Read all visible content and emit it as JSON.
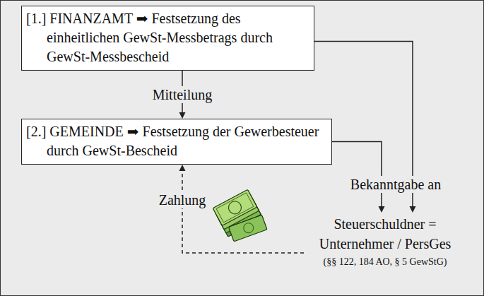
{
  "diagram": {
    "nodes": [
      {
        "text": [
          "[1.] FINANZAMT ➡ Festsetzung des einheitlichen GewSt-Messbetrags durch GewSt-Messbescheid"
        ]
      },
      {
        "text": [
          "[2.] GEMEINDE ➡ Festsetzung der Gewerbesteuer durch GewSt-Bescheid"
        ]
      },
      {
        "text": [
          "Steuerschuldner = Unternehmer / PersGes",
          "(§§ 122, 184 AO, § 5 GewStG)"
        ]
      }
    ],
    "edges": [
      {
        "from": 0,
        "to": 1,
        "arrow": "to",
        "label": "Mitteilung"
      },
      {
        "from": 0,
        "to": 2,
        "arrow": "to",
        "label": "Bekanntgabe an"
      },
      {
        "from": 1,
        "to": 2,
        "arrow": "to"
      },
      {
        "from": 2,
        "to": 1,
        "arrow": "to",
        "label": "Zahlung"
      }
    ]
  }
}
